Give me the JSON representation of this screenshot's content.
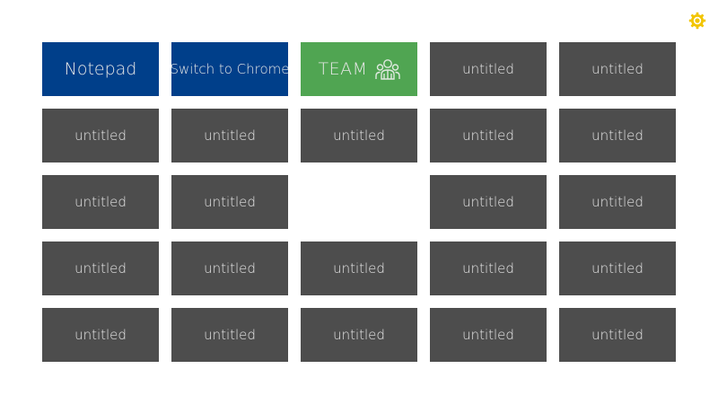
{
  "tiles": [
    {
      "label": "Notepad",
      "color": "#003f8a",
      "style": "big"
    },
    {
      "label": "Switch to Chrome",
      "color": "#003f8a",
      "style": "normal"
    },
    {
      "label": "TEAM",
      "color": "#50a552",
      "style": "team",
      "icon": "team-icon"
    },
    {
      "label": "untitled",
      "color": "#4d4d4d",
      "style": "normal"
    },
    {
      "label": "untitled",
      "color": "#4d4d4d",
      "style": "normal"
    },
    {
      "label": "untitled",
      "color": "#4d4d4d",
      "style": "normal"
    },
    {
      "label": "untitled",
      "color": "#4d4d4d",
      "style": "normal"
    },
    {
      "label": "untitled",
      "color": "#4d4d4d",
      "style": "normal"
    },
    {
      "label": "untitled",
      "color": "#4d4d4d",
      "style": "normal"
    },
    {
      "label": "untitled",
      "color": "#4d4d4d",
      "style": "normal"
    },
    {
      "label": "untitled",
      "color": "#4d4d4d",
      "style": "normal"
    },
    {
      "label": "untitled",
      "color": "#4d4d4d",
      "style": "normal"
    },
    {
      "label": "",
      "color": "",
      "style": "empty"
    },
    {
      "label": "untitled",
      "color": "#4d4d4d",
      "style": "normal"
    },
    {
      "label": "untitled",
      "color": "#4d4d4d",
      "style": "normal"
    },
    {
      "label": "untitled",
      "color": "#4d4d4d",
      "style": "normal"
    },
    {
      "label": "untitled",
      "color": "#4d4d4d",
      "style": "normal"
    },
    {
      "label": "untitled",
      "color": "#4d4d4d",
      "style": "normal"
    },
    {
      "label": "untitled",
      "color": "#4d4d4d",
      "style": "normal"
    },
    {
      "label": "untitled",
      "color": "#4d4d4d",
      "style": "normal"
    },
    {
      "label": "untitled",
      "color": "#4d4d4d",
      "style": "normal"
    },
    {
      "label": "untitled",
      "color": "#4d4d4d",
      "style": "normal"
    },
    {
      "label": "untitled",
      "color": "#4d4d4d",
      "style": "normal"
    },
    {
      "label": "untitled",
      "color": "#4d4d4d",
      "style": "normal"
    },
    {
      "label": "untitled",
      "color": "#4d4d4d",
      "style": "normal"
    }
  ],
  "settings": {
    "icon": "gear-icon",
    "color": "#f2c500"
  }
}
